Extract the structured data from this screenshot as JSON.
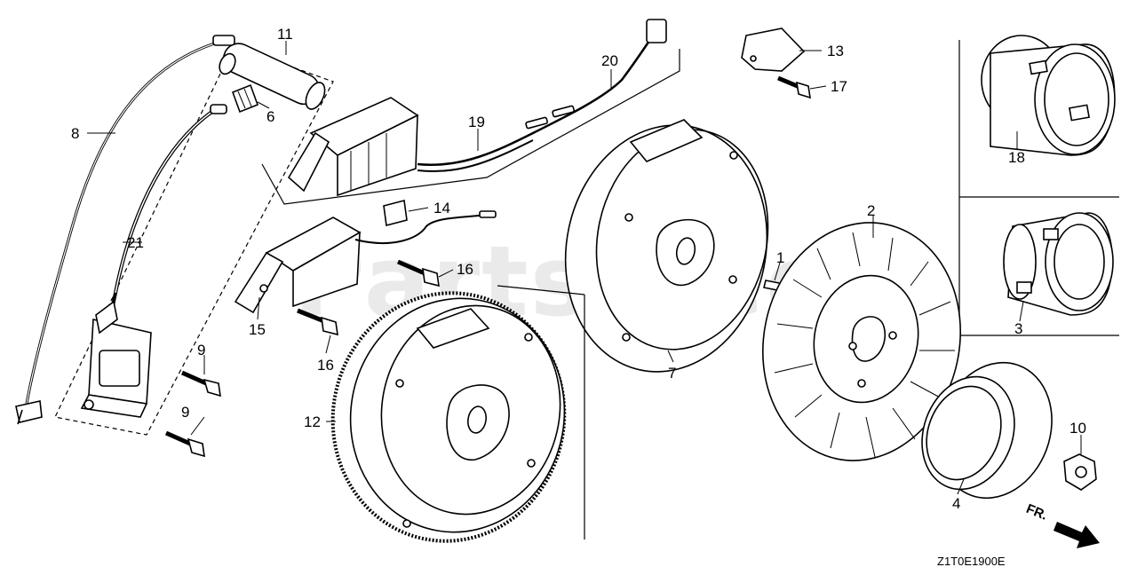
{
  "watermark": {
    "text": "PartsTree",
    "tm": "TM"
  },
  "diagram_code": "Z1T0E1900E",
  "direction_label": "FR.",
  "callouts": [
    {
      "id": "c1",
      "text": "1"
    },
    {
      "id": "c2",
      "text": "2"
    },
    {
      "id": "c3",
      "text": "3"
    },
    {
      "id": "c4",
      "text": "4"
    },
    {
      "id": "c6",
      "text": "6"
    },
    {
      "id": "c7",
      "text": "7"
    },
    {
      "id": "c8",
      "text": "8"
    },
    {
      "id": "c9a",
      "text": "9"
    },
    {
      "id": "c9b",
      "text": "9"
    },
    {
      "id": "c10",
      "text": "10"
    },
    {
      "id": "c11",
      "text": "11"
    },
    {
      "id": "c12",
      "text": "12"
    },
    {
      "id": "c13",
      "text": "13"
    },
    {
      "id": "c14",
      "text": "14"
    },
    {
      "id": "c15",
      "text": "15"
    },
    {
      "id": "c16a",
      "text": "16"
    },
    {
      "id": "c16b",
      "text": "16"
    },
    {
      "id": "c17",
      "text": "17"
    },
    {
      "id": "c18",
      "text": "18"
    },
    {
      "id": "c19",
      "text": "19"
    },
    {
      "id": "c20",
      "text": "20"
    },
    {
      "id": "c21",
      "text": "21"
    }
  ]
}
